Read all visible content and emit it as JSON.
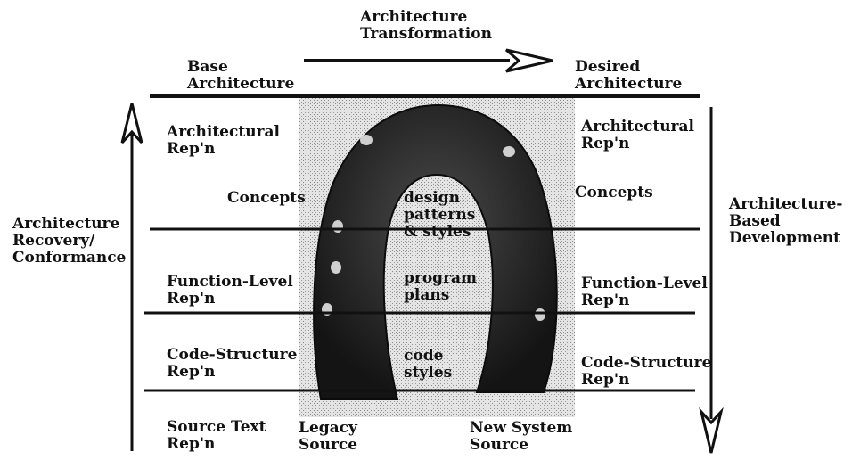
{
  "transformation": {
    "label": "Architecture\nTransformation",
    "base": "Base\nArchitecture",
    "desired": "Desired\nArchitecture"
  },
  "left_arrow_label": "Architecture\nRecovery/\nConformance",
  "right_arrow_label": "Architecture-\nBased\nDevelopment",
  "levels": {
    "architectural": "Architectural\nRep'n",
    "concepts": "Concepts",
    "function_level": "Function-Level\nRep'n",
    "code_structure": "Code-Structure\nRep'n",
    "source_text": "Source Text\nRep'n"
  },
  "center": {
    "design_patterns": "design\npatterns\n& styles",
    "program_plans": "program\nplans",
    "code_styles": "code\nstyles",
    "legacy_source": "Legacy\nSource",
    "new_system_source": "New System\nSource"
  },
  "colors": {
    "ink": "#111111",
    "shade": "#d6d6d6",
    "horseshoe": "#232323"
  },
  "icons": {
    "horseshoe": "horseshoe-icon"
  }
}
